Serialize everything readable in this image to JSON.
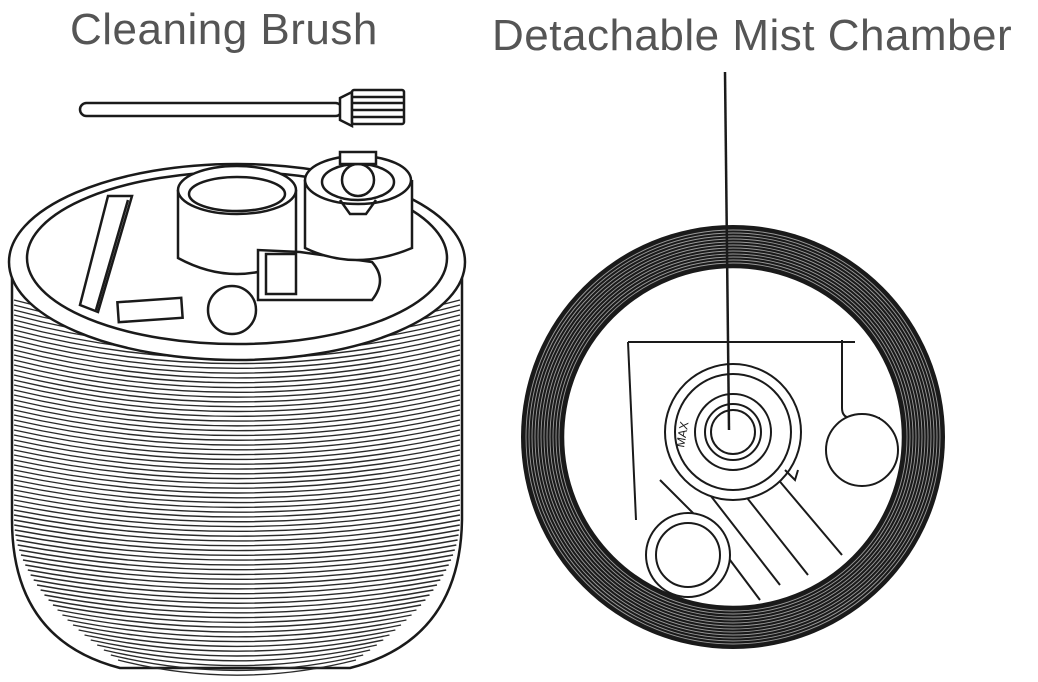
{
  "labels": {
    "brush": "Cleaning Brush",
    "mist_chamber": "Detachable Mist Chamber",
    "max_mark": "MAX"
  },
  "colors": {
    "line": "#1a1a1a",
    "label": "#555555",
    "background": "#ffffff"
  },
  "icons": [
    "cleaning-brush-illustration",
    "humidifier-base-illustration",
    "mist-chamber-top-view-illustration"
  ]
}
